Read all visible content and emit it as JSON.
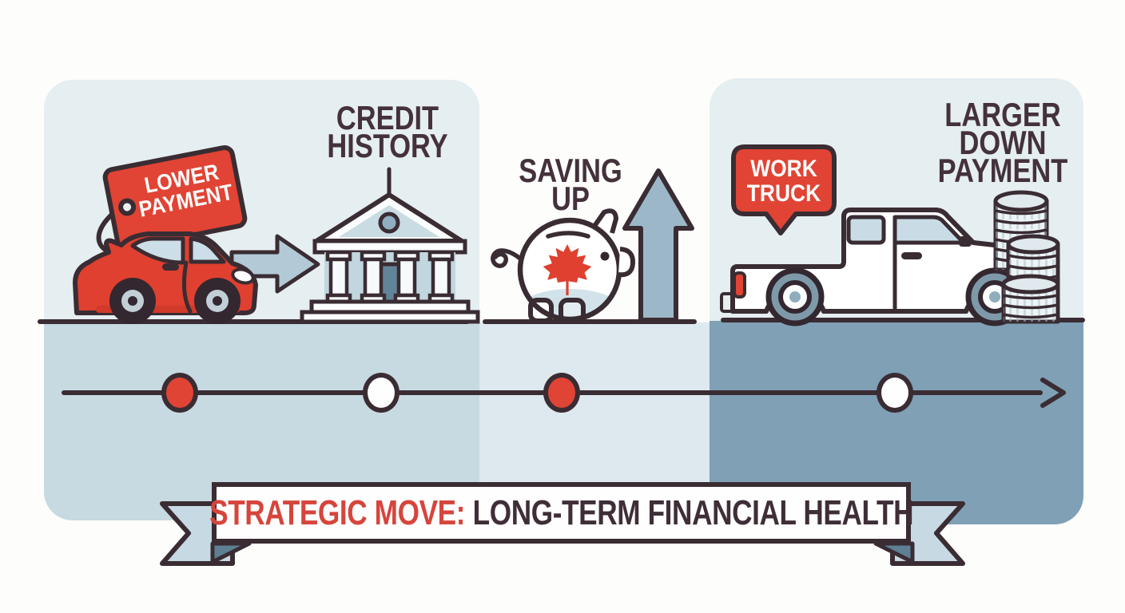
{
  "banner": {
    "highlight": "STRATEGIC MOVE:",
    "text": "LONG-TERM FINANCIAL HEALTH"
  },
  "sections": {
    "left": {
      "price_tag": {
        "line1": "LOWER",
        "line2": "PAYMENT"
      },
      "label": {
        "line1": "CREDIT",
        "line2": "HISTORY"
      }
    },
    "middle": {
      "label": {
        "line1": "SAVING",
        "line2": "UP"
      }
    },
    "right": {
      "bubble": {
        "line1": "WORK",
        "line2": "TRUCK"
      },
      "label": {
        "line1": "LARGER",
        "line2": "DOWN",
        "line3": "PAYMENT"
      }
    }
  },
  "timeline": {
    "dots": [
      {
        "state": "filled"
      },
      {
        "state": "empty"
      },
      {
        "state": "filled"
      },
      {
        "state": "empty"
      }
    ]
  },
  "icons": [
    "price-tag-icon",
    "red-car-icon",
    "arrow-right-icon",
    "bank-icon",
    "piggy-bank-icon",
    "maple-leaf-icon",
    "up-arrow-icon",
    "speech-bubble-icon",
    "pickup-truck-icon",
    "coin-stack-icon",
    "ribbon-banner-icon",
    "timeline-arrowhead-icon"
  ],
  "colors": {
    "accent_red": "#e04434",
    "outline_dark": "#3a2c33",
    "panel_light": "#e5eef1",
    "ground_left": "#c7d9e1",
    "ground_middle": "#dde9ee",
    "ground_right": "#7fa0b5",
    "steel_blue": "#9cb8c8",
    "banner_red": "#d6453c",
    "text_dark": "#44313c"
  }
}
